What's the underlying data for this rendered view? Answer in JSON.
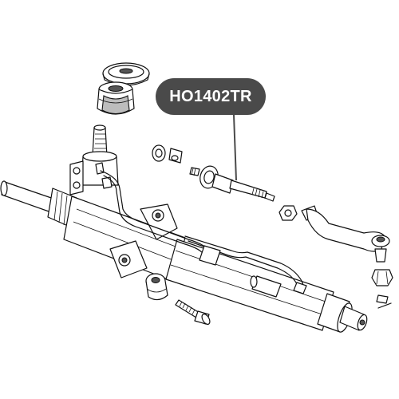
{
  "part_callout": {
    "label": "HO1402TR"
  },
  "icons": [
    "steering-rack-drawing",
    "tie-rod-end-drawing",
    "inner-tie-rod-drawing",
    "mount-seal-drawing",
    "bolt-drawing",
    "nut-drawing"
  ]
}
